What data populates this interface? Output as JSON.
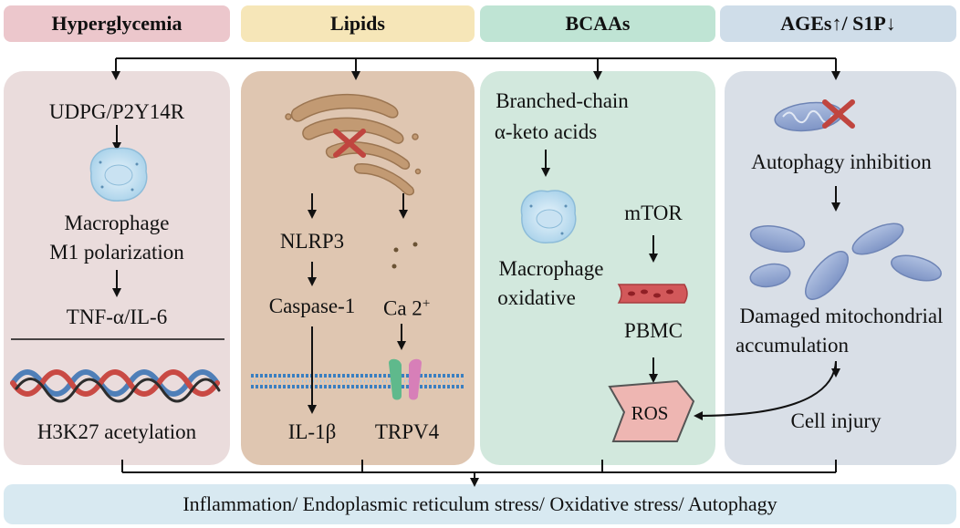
{
  "headers": {
    "hyperglycemia": "Hyperglycemia",
    "lipids": "Lipids",
    "bcaas": "BCAAs",
    "ages": "AGEs↑/ S1P↓"
  },
  "colors": {
    "hyperglycemia_header": "#ecc7cc",
    "lipids_header": "#f6e6b8",
    "bcaas_header": "#bfe4d4",
    "ages_header": "#cfdde9",
    "hyperglycemia_panel": "#eadcdc",
    "lipids_panel": "#dfc6b1",
    "bcaas_panel": "#d2e8dd",
    "ages_panel": "#d9dfe7",
    "footer": "#d8e9f1",
    "x_mark": "#c0453f",
    "ros_fill": "#eeb6b2"
  },
  "hyperglycemia": {
    "receptor": "UDPG/P2Y14R",
    "cell_line1": "Macrophage",
    "cell_line2": "M1 polarization",
    "cytokines": "TNF-α/IL-6",
    "epigenetic": "H3K27 acetylation"
  },
  "lipids": {
    "nlrp3": "NLRP3",
    "caspase": "Caspase-1",
    "il1b": "IL-1β",
    "calcium": "Ca 2",
    "calcium_sup": "+",
    "trpv4": "TRPV4"
  },
  "bcaas": {
    "keto_line1": "Branched-chain",
    "keto_line2": "α-keto acids",
    "macro_line1": "Macrophage",
    "macro_line2": "oxidative",
    "mtor": "mTOR",
    "pbmc": "PBMC",
    "ros": "ROS"
  },
  "ages": {
    "autophagy": "Autophagy inhibition",
    "damaged_line1": "Damaged mitochondrial",
    "damaged_line2": "accumulation",
    "injury": "Cell injury"
  },
  "footer": {
    "outcomes": "Inflammation/ Endoplasmic reticulum stress/ Oxidative stress/ Autophagy"
  }
}
